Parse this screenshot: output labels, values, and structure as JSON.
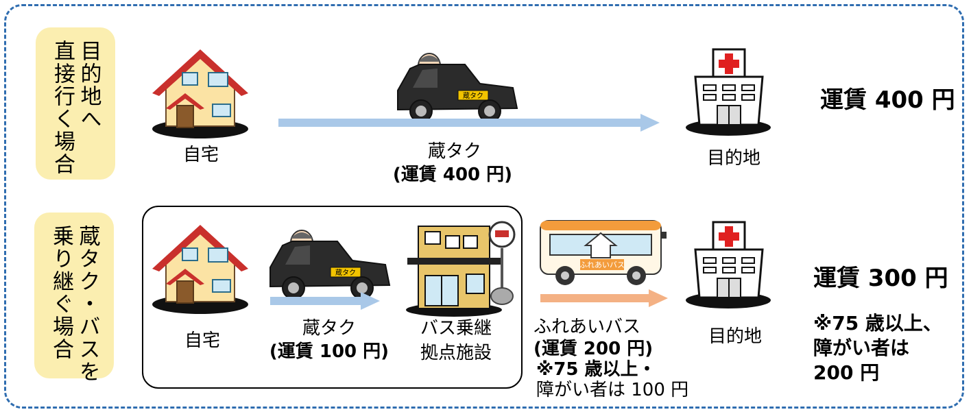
{
  "row1": {
    "label_col1": "目的地へ",
    "label_col2": "直接行く場合",
    "home_caption": "自宅",
    "taxi_caption": "蔵タク",
    "taxi_fare": "(運賃 400 円)",
    "dest_caption": "目的地",
    "total_fare": "運賃 400 円"
  },
  "row2": {
    "label_col1": "蔵タク・バスを",
    "label_col2": "乗り継ぐ場合",
    "home_caption": "自宅",
    "taxi_caption": "蔵タク",
    "taxi_fare": "(運賃 100 円)",
    "facility_line1": "バス乗継",
    "facility_line2": "拠点施設",
    "bus_caption": "ふれあいバス",
    "bus_fare": "(運賃 200 円)",
    "bus_note_line1": "※75 歳以上・",
    "bus_note_line2": "障がい者は 100 円",
    "dest_caption": "目的地",
    "total_fare": "運賃 300 円",
    "note_line1": "※75 歳以上、",
    "note_line2": "障がい者は",
    "note_line3": "200 円"
  },
  "taxi_sign": "蔵タク",
  "bus_sign": "ふれあいバス",
  "colors": {
    "frame": "#2f6db0",
    "label_bg": "#fbeeb0",
    "arrow_blue": "#a9c8e8",
    "arrow_orange": "#f4b184",
    "roof": "#c9302c",
    "house_wall": "#fbe3a4",
    "cross": "#e02020"
  }
}
